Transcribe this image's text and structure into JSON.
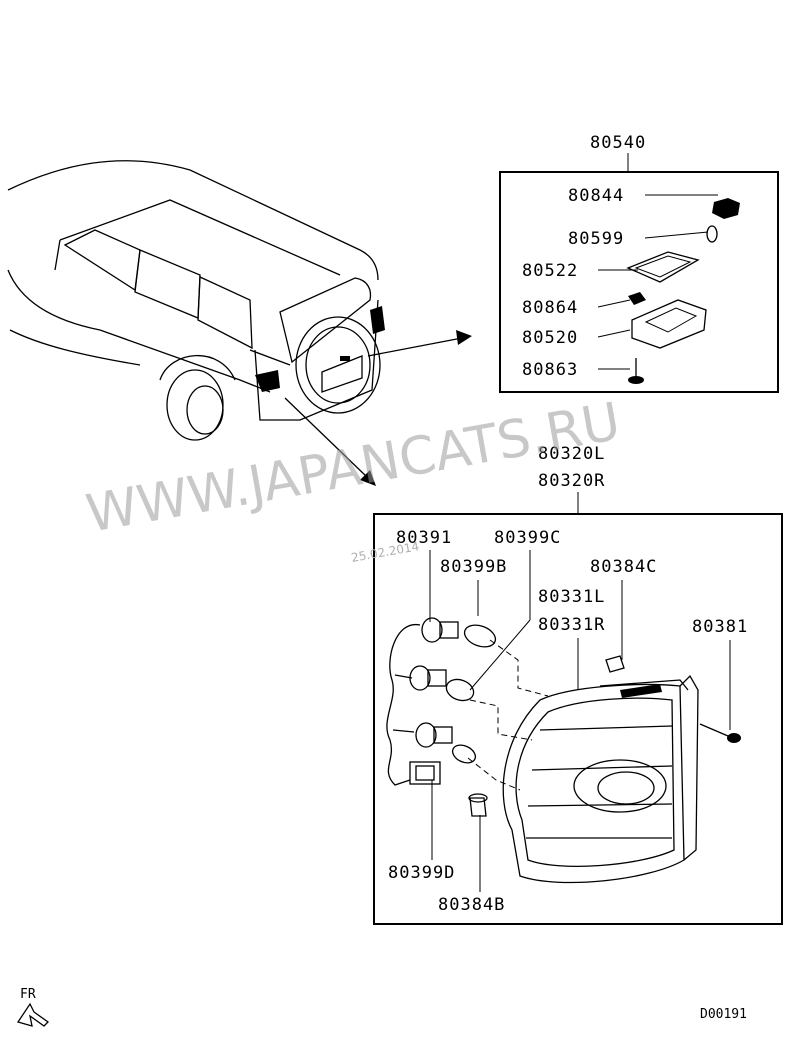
{
  "diagram": {
    "watermark": "WWW.JAPANCATS.RU",
    "watermark_date": "25.02.2014",
    "diagram_code": "D00191",
    "orientation_label": "FR"
  },
  "license_lamp": {
    "assembly_label": "80540",
    "parts": [
      {
        "label": "80844"
      },
      {
        "label": "80599"
      },
      {
        "label": "80522"
      },
      {
        "label": "80864"
      },
      {
        "label": "80520"
      },
      {
        "label": "80863"
      }
    ]
  },
  "tail_lamp": {
    "assembly_labels": [
      "80320L",
      "80320R"
    ],
    "parts": [
      {
        "label": "80391"
      },
      {
        "label": "80399C"
      },
      {
        "label": "80399B"
      },
      {
        "label": "80384C"
      },
      {
        "label": "80331L"
      },
      {
        "label": "80331R"
      },
      {
        "label": "80381"
      },
      {
        "label": "80399D"
      },
      {
        "label": "80384B"
      }
    ]
  }
}
